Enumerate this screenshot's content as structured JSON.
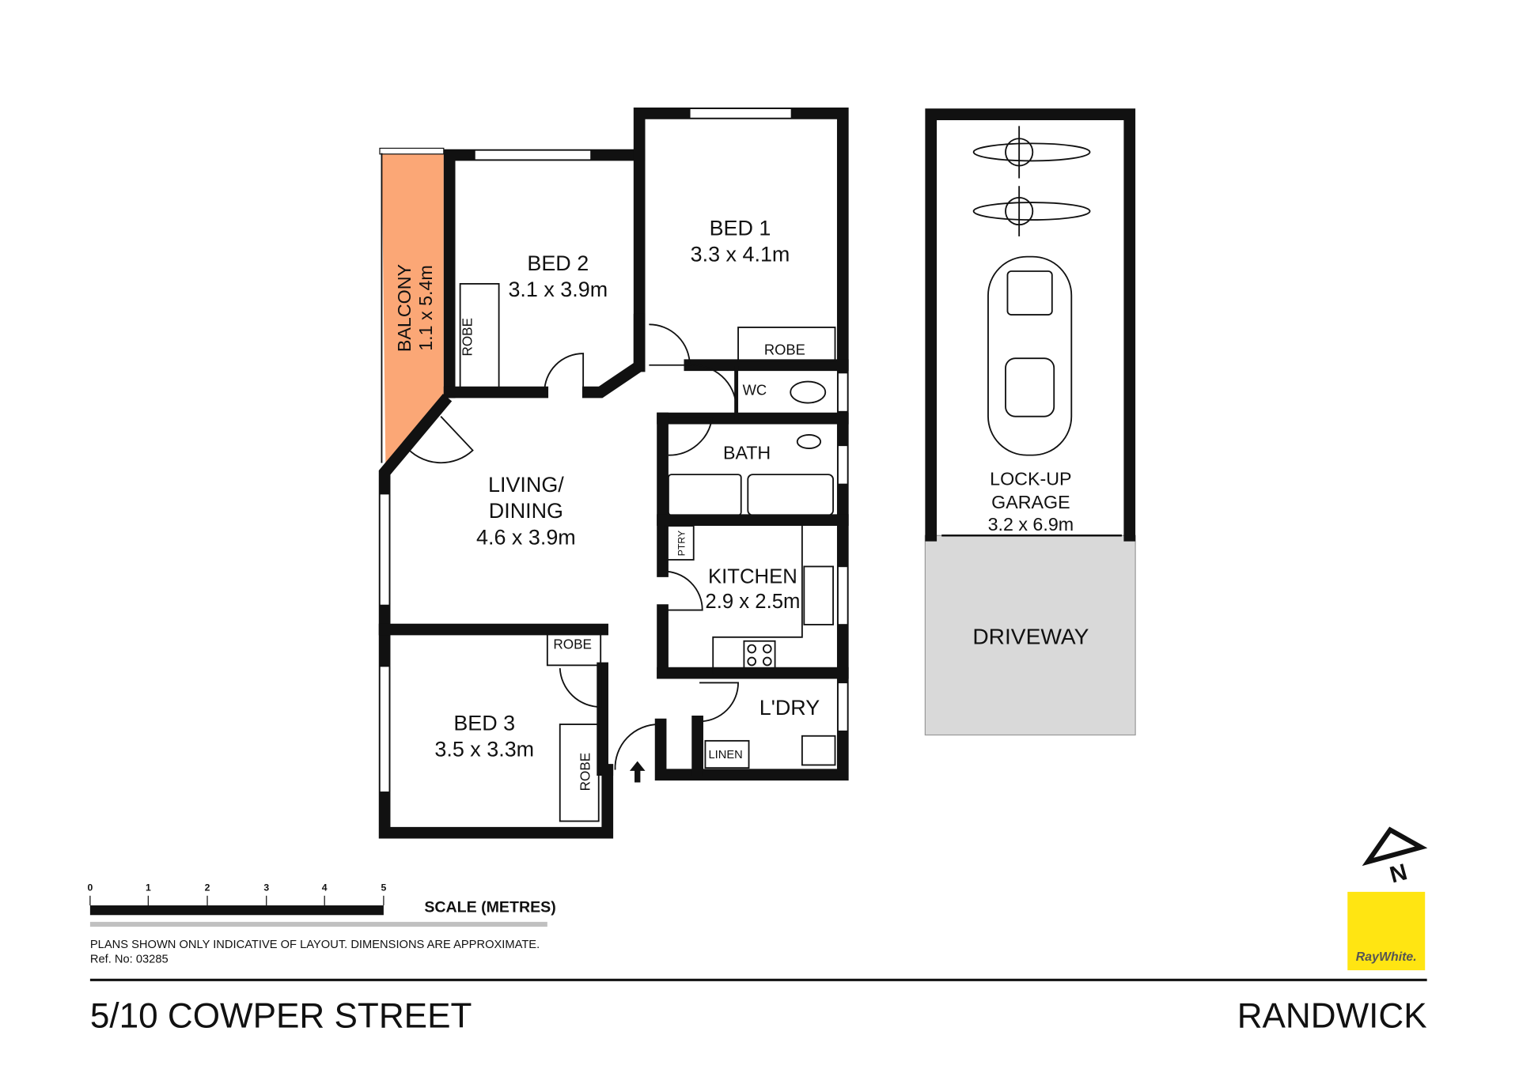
{
  "rooms": {
    "balcony": {
      "name": "BALCONY",
      "dims": "1.1 x 5.4m"
    },
    "bed2": {
      "name": "BED 2",
      "dims": "3.1 x 3.9m"
    },
    "bed1": {
      "name": "BED 1",
      "dims": "3.3 x 4.1m"
    },
    "living": {
      "name1": "LIVING/",
      "name2": "DINING",
      "dims": "4.6 x 3.9m"
    },
    "kitchen": {
      "name": "KITCHEN",
      "dims": "2.9 x 2.5m"
    },
    "bed3": {
      "name": "BED 3",
      "dims": "3.5 x 3.3m"
    },
    "wc": "WC",
    "bath": "BATH",
    "ptry": "PTRY",
    "laundry": "L'DRY",
    "linen": "LINEN",
    "robe_bed1": "ROBE",
    "robe_bed2": "ROBE",
    "robe_bed3_top": "ROBE",
    "robe_bed3_side": "ROBE",
    "garage": {
      "name1": "LOCK-UP",
      "name2": "GARAGE",
      "dims": "3.2 x 6.9m"
    },
    "driveway": "DRIVEWAY"
  },
  "scale": {
    "ticks": [
      "0",
      "1",
      "2",
      "3",
      "4",
      "5"
    ],
    "label": "SCALE (METRES)"
  },
  "disclaimer": "PLANS SHOWN ONLY INDICATIVE OF LAYOUT.  DIMENSIONS ARE APPROXIMATE.",
  "ref": "Ref. No: 03285",
  "address": "5/10 COWPER STREET",
  "suburb": "RANDWICK",
  "logo": {
    "text": "RayWhite.",
    "color": "#ffe512",
    "text_color": "#555555"
  },
  "compass": {
    "label": "N"
  },
  "colors": {
    "balcony": "#fba776",
    "driveway": "#d9d9d9",
    "wall": "#111111"
  }
}
